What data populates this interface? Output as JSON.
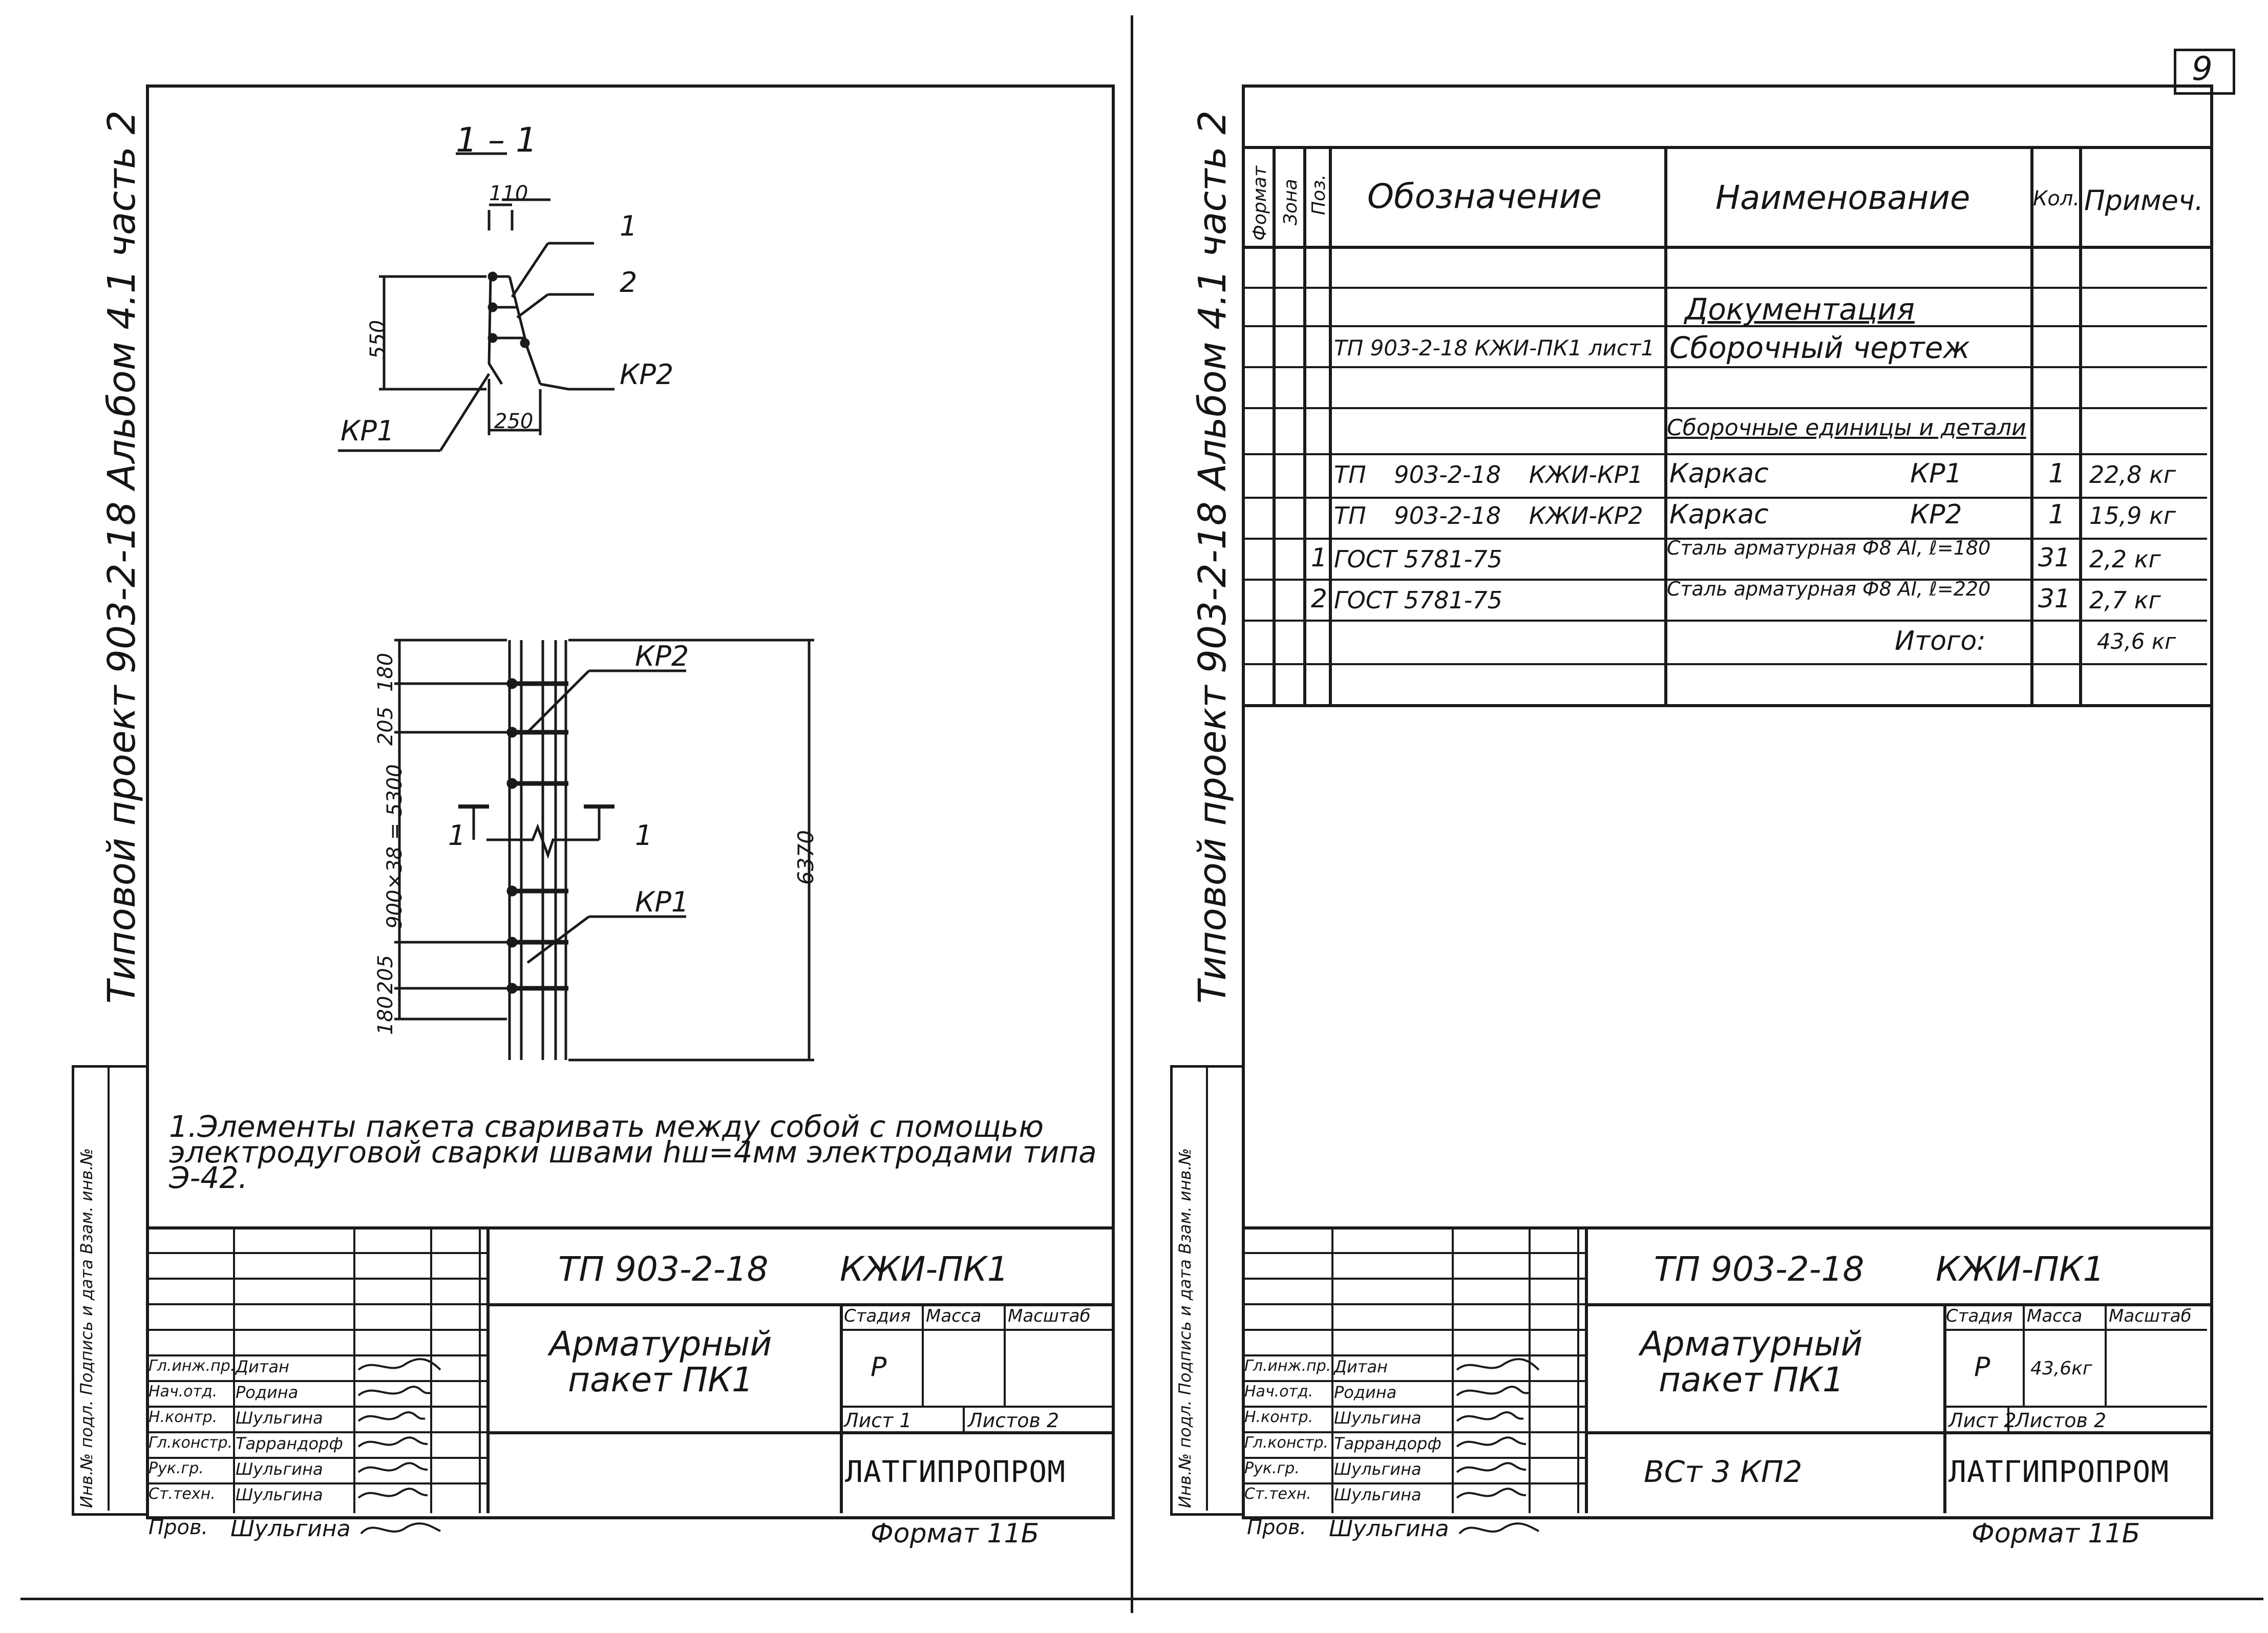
{
  "sheet_number": "9",
  "left_sheet": {
    "side_label": "Типовой проект 903-2-18 Альбом 4.1 часть 2",
    "side_stamp": "Инв.№ подл.   Подпись и дата   Взам. инв.№",
    "section_label": "1 – 1",
    "section": {
      "dim_top": "110",
      "dim_left": "550",
      "dim_bottom": "250",
      "callouts": [
        "1",
        "2",
        "КР2",
        "КР1"
      ]
    },
    "elevation": {
      "dims_left": [
        "180",
        "205",
        "900×38 = 5300",
        "205",
        "180"
      ],
      "dim_right": "6370",
      "callouts": [
        "КР2",
        "КР1"
      ],
      "cut_marks": [
        "1",
        "1"
      ]
    },
    "note": "1.Элементы пакета сваривать между собой с помощью электродуговой сварки швами hш=4мм электродами типа Э-42.",
    "title_block": {
      "code": "ТП 903-2-18",
      "mark": "КЖИ-ПК1",
      "title": "Арматурный пакет ПК1",
      "heads": [
        "Стадия",
        "Масса",
        "Масштаб"
      ],
      "stage": "Р",
      "mass": "",
      "scale": "",
      "sheet": "Лист 1",
      "sheets": "Листов 2",
      "org": "ЛАТГИПРОПРОМ",
      "material": "",
      "people": [
        {
          "role": "Гл.инж.пр.",
          "name": "Дитан"
        },
        {
          "role": "Нач.отд.",
          "name": "Родина"
        },
        {
          "role": "Н.контр.",
          "name": "Шульгина"
        },
        {
          "role": "Гл.констр.",
          "name": "Таррандорф"
        },
        {
          "role": "Рук.гр.",
          "name": "Шульгина"
        },
        {
          "role": "Ст.техн.",
          "name": "Шульгина"
        }
      ],
      "checker_role": "Пров.",
      "checker_name": "Шульгина"
    },
    "format": "Формат 11Б"
  },
  "right_sheet": {
    "side_label": "Типовой проект 903-2-18 Альбом 4.1 часть 2",
    "side_stamp": "Инв.№ подл.   Подпись и дата   Взам. инв.№",
    "spec": {
      "headers": {
        "format": "Формат",
        "zone": "Зона",
        "pos": "Поз.",
        "designation": "Обозначение",
        "name": "Наименование",
        "qty": "Кол.",
        "note": "Примеч."
      },
      "rows": [
        {
          "pos": "",
          "designation": "",
          "name": "",
          "qty": "",
          "note": ""
        },
        {
          "pos": "",
          "designation": "",
          "name": "Документация",
          "qty": "",
          "note": "",
          "underline": true
        },
        {
          "pos": "",
          "designation": "ТП 903-2-18 КЖИ-ПК1 лист1",
          "name": "Сборочный чертеж",
          "qty": "",
          "note": ""
        },
        {
          "pos": "",
          "designation": "",
          "name": "",
          "qty": "",
          "note": ""
        },
        {
          "pos": "",
          "designation": "",
          "name": "Сборочные единицы и детали",
          "qty": "",
          "note": "",
          "underline": true
        },
        {
          "pos": "",
          "designation": "ТП 903-2-18 КЖИ-КР1",
          "name": "Каркас КР1",
          "qty": "1",
          "note": "22,8 кг"
        },
        {
          "pos": "",
          "designation": "ТП 903-2-18 КЖИ-КР2",
          "name": "Каркас КР2",
          "qty": "1",
          "note": "15,9 кг"
        },
        {
          "pos": "1",
          "designation": "ГОСТ 5781-75",
          "name": "Сталь арматурная Ф8 AI, ℓ=180",
          "qty": "31",
          "note": "2,2 кг"
        },
        {
          "pos": "2",
          "designation": "ГОСТ 5781-75",
          "name": "Сталь арматурная Ф8 AI, ℓ=220",
          "qty": "31",
          "note": "2,7 кг"
        },
        {
          "pos": "",
          "designation": "",
          "name": "Итого:",
          "qty": "",
          "note": "43,6 кг"
        },
        {
          "pos": "",
          "designation": "",
          "name": "",
          "qty": "",
          "note": ""
        }
      ]
    },
    "title_block": {
      "code": "ТП 903-2-18",
      "mark": "КЖИ-ПК1",
      "title": "Арматурный пакет ПК1",
      "heads": [
        "Стадия",
        "Масса",
        "Масштаб"
      ],
      "stage": "Р",
      "mass": "43,6кг",
      "scale": "",
      "sheet": "Лист 2",
      "sheets": "Листов 2",
      "org": "ЛАТГИПРОПРОМ",
      "material": "ВСт 3 КП2",
      "people": [
        {
          "role": "Гл.инж.пр.",
          "name": "Дитан"
        },
        {
          "role": "Нач.отд.",
          "name": "Родина"
        },
        {
          "role": "Н.контр.",
          "name": "Шульгина"
        },
        {
          "role": "Гл.констр.",
          "name": "Таррандорф"
        },
        {
          "role": "Рук.гр.",
          "name": "Шульгина"
        },
        {
          "role": "Ст.техн.",
          "name": "Шульгина"
        }
      ],
      "checker_role": "Пров.",
      "checker_name": "Шульгина"
    },
    "format": "Формат 11Б"
  }
}
